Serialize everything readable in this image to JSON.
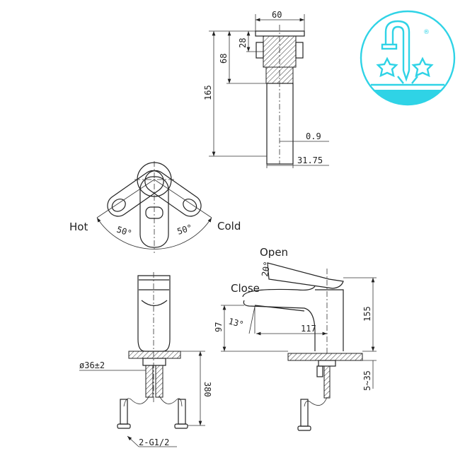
{
  "drain_view": {
    "width": "60",
    "depth": "28",
    "body_height": "68",
    "total_height": "165",
    "wall": "0.9",
    "tube_diameter": "31.75"
  },
  "handle_view": {
    "hot_label": "Hot",
    "cold_label": "Cold",
    "hot_angle": "50°",
    "cold_angle": "50°"
  },
  "front_view": {
    "hole_diameter": "ø36±2",
    "hose_length": "380",
    "connection": "2-G1/2"
  },
  "side_view": {
    "open_label": "Open",
    "close_label": "Close",
    "open_angle": "20°",
    "close_angle": "13°",
    "spout_reach": "117",
    "spout_height": "97",
    "total_height": "155",
    "deck_thickness": "5~35"
  },
  "logo": {
    "color": "#2fd3e6",
    "mark": "®"
  }
}
